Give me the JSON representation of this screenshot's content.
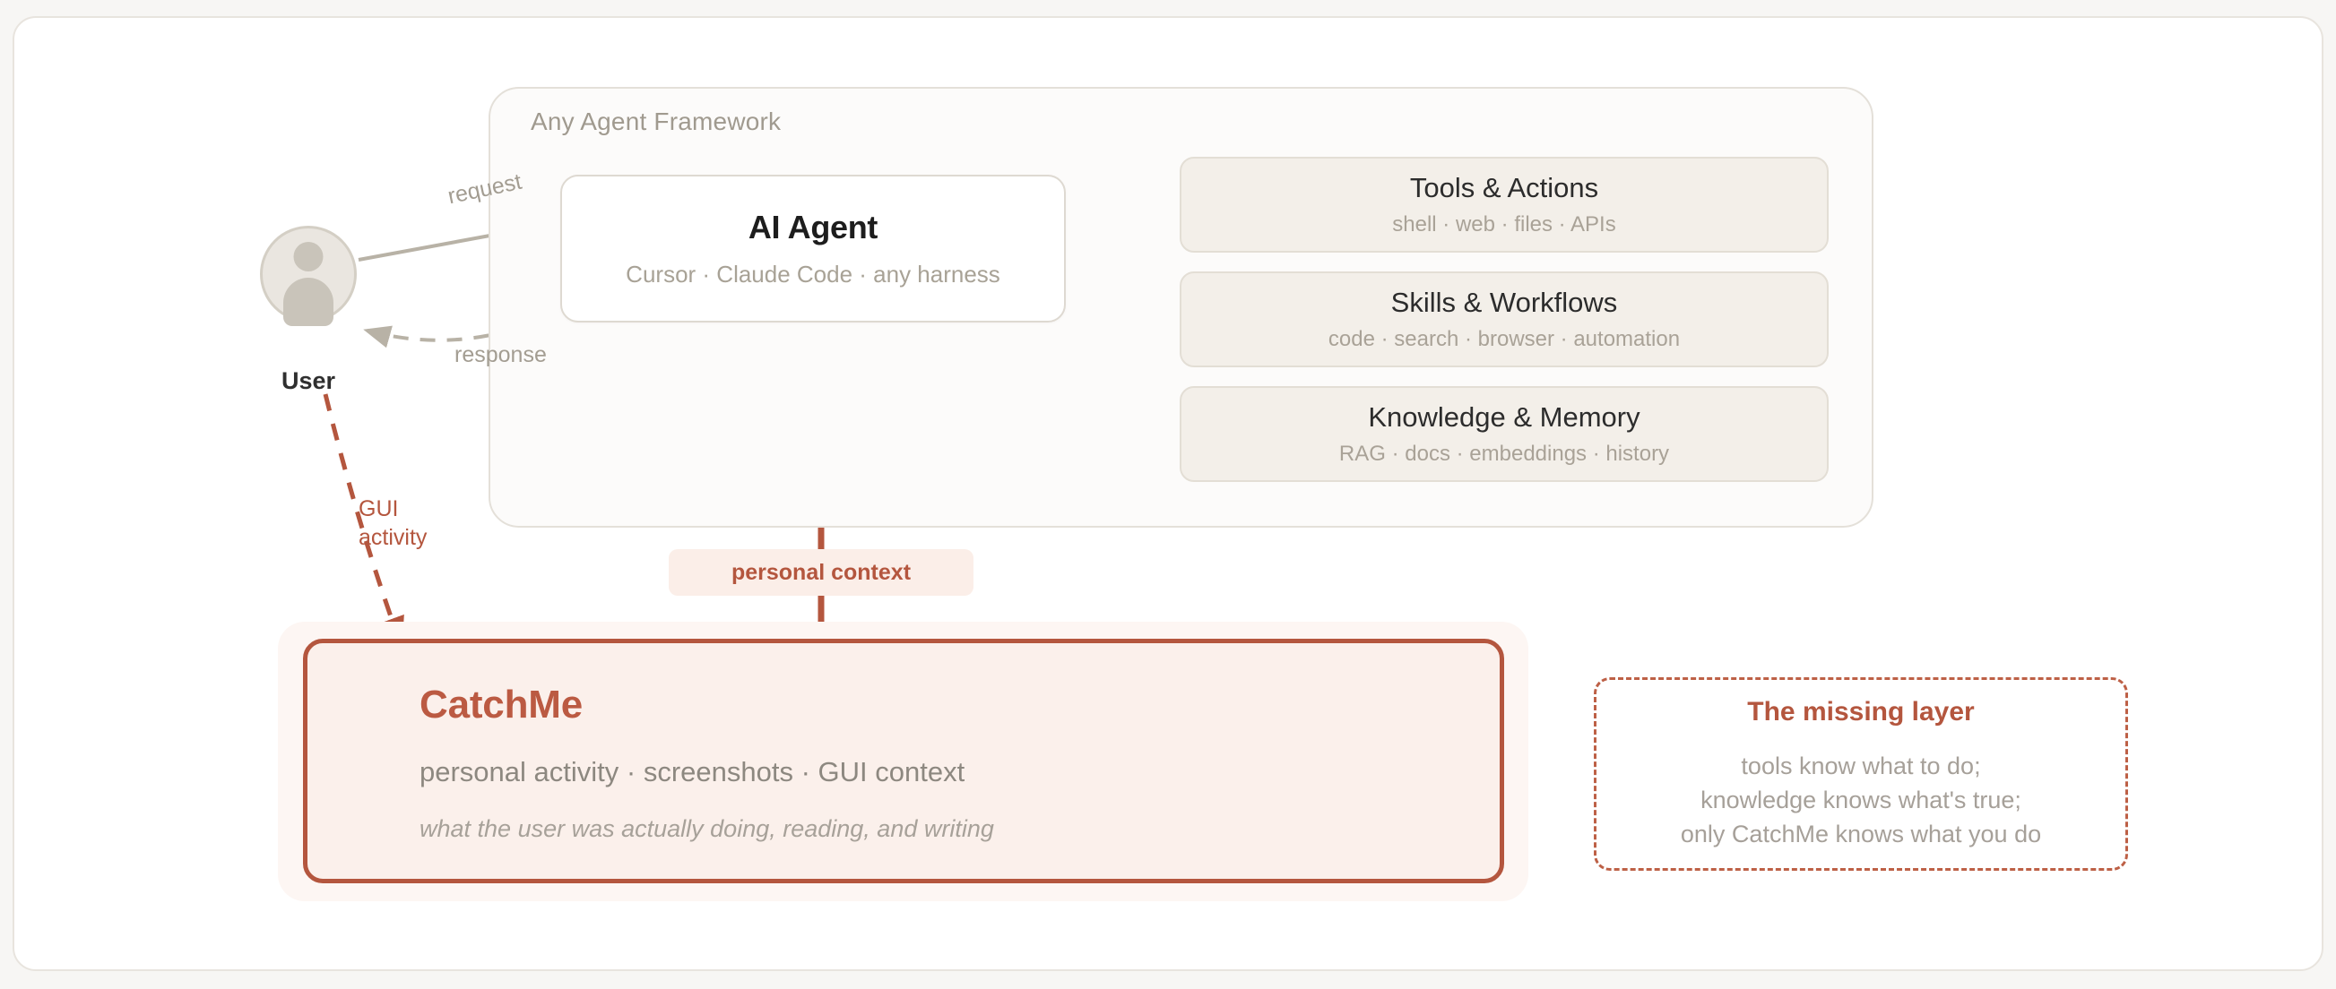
{
  "canvas": {
    "background": "#f7f6f4",
    "card_background": "#ffffff",
    "accent_red": "#b4563e",
    "accent_red_title": "#bb5a42",
    "muted_grey": "#a39d92",
    "panel_beige": "#f3efe9"
  },
  "framework": {
    "label": "Any Agent Framework"
  },
  "agent": {
    "title": "AI Agent",
    "subtitle": "Cursor · Claude Code · any harness"
  },
  "capabilities": [
    {
      "title": "Tools & Actions",
      "subtitle": "shell · web · files · APIs"
    },
    {
      "title": "Skills & Workflows",
      "subtitle": "code · search · browser · automation"
    },
    {
      "title": "Knowledge & Memory",
      "subtitle": "RAG · docs · embeddings · history"
    }
  ],
  "user": {
    "label": "User",
    "icon": "user-avatar-icon"
  },
  "edges": {
    "request": "request",
    "response": "response",
    "gui_activity_line1": "GUI",
    "gui_activity_line2": "activity",
    "personal_context": "personal context"
  },
  "catchme": {
    "title": "CatchMe",
    "subtitle": "personal activity · screenshots · GUI context",
    "note": "what the user was actually doing, reading, and writing"
  },
  "missing_layer": {
    "title": "The missing layer",
    "line1": "tools know what to do;",
    "line2": "knowledge knows what's true;",
    "line3": "only CatchMe knows what you do"
  }
}
